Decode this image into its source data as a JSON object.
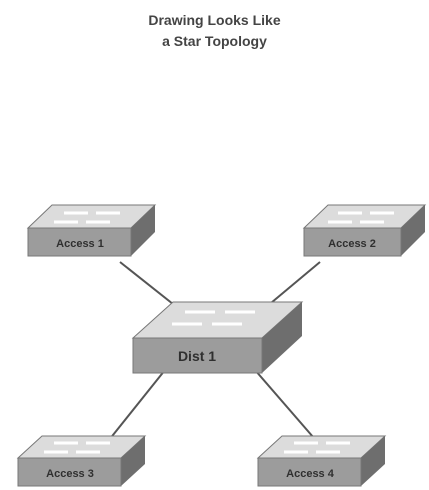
{
  "title": {
    "line1": "Drawing Looks Like",
    "line2": "a Star Topology"
  },
  "switches": {
    "dist1": "Dist 1",
    "access1": "Access 1",
    "access2": "Access 2",
    "access3": "Access 3",
    "access4": "Access 4"
  },
  "colors": {
    "switch_top": "#dcdcdc",
    "switch_front": "#9c9c9c",
    "switch_side": "#6e6e6e",
    "link": "#555555",
    "top_marks": "#ffffff"
  },
  "icons": {
    "switch": "network-switch-icon"
  }
}
